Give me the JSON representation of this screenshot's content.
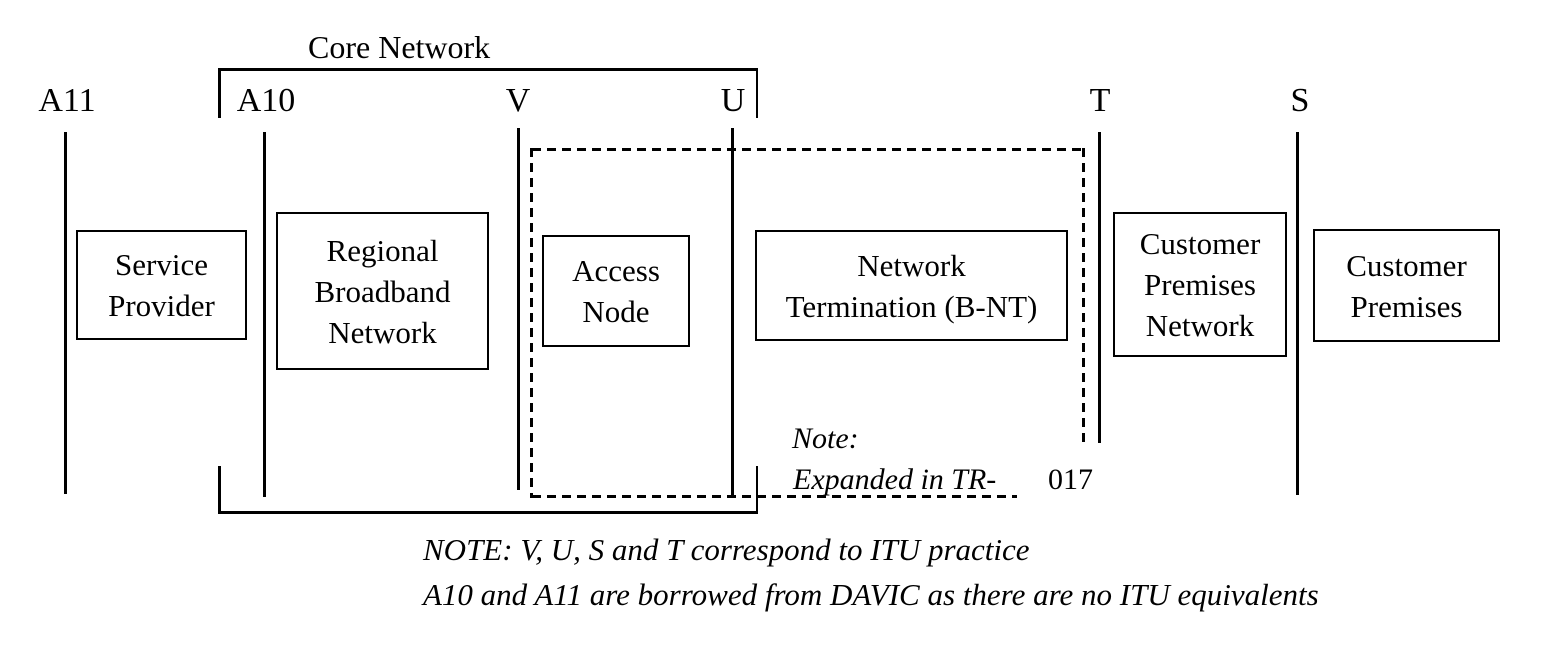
{
  "core_network": {
    "label": "Core Network"
  },
  "reference_points": {
    "a11": "A11",
    "a10": "A10",
    "v": "V",
    "u": "U",
    "t": "T",
    "s": "S"
  },
  "boxes": {
    "service_provider": {
      "lines": [
        "Service",
        "Provider"
      ]
    },
    "regional_broadband_network": {
      "lines": [
        "Regional",
        "Broadband",
        "Network"
      ]
    },
    "access_node": {
      "lines": [
        "Access",
        "Node"
      ]
    },
    "network_termination": {
      "lines": [
        "Network",
        "Termination (B-NT)"
      ]
    },
    "customer_premises_network": {
      "lines": [
        "Customer",
        "Premises",
        "Network"
      ]
    },
    "customer_premises": {
      "lines": [
        "Customer",
        "Premises"
      ]
    }
  },
  "note": {
    "title": "Note:",
    "body": "Expanded in TR-",
    "suffix": "017"
  },
  "footnote": {
    "line1": "NOTE: V, U, S and T correspond to ITU practice",
    "line2": "A10 and A11 are borrowed from DAVIC as there are no ITU equivalents"
  },
  "colors": {
    "line": "#000000",
    "background": "#ffffff"
  }
}
